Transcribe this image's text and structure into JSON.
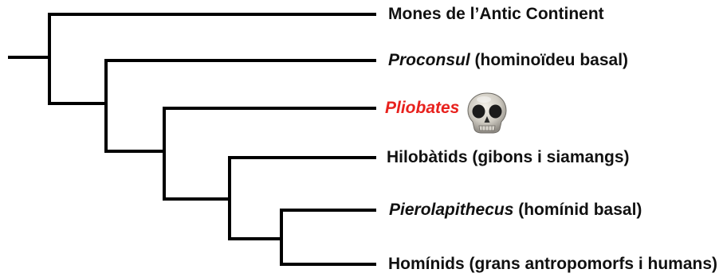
{
  "taxa": [
    {
      "id": "old-world-monkeys",
      "text": "Mones de l’Antic Continent",
      "italic": "",
      "rest": ""
    },
    {
      "id": "proconsul",
      "text": "",
      "italic": "Proconsul",
      "rest": " (hominoïdeu basal)"
    },
    {
      "id": "pliobates",
      "text": "",
      "italic": "Pliobates",
      "rest": "",
      "color": "#e8211d"
    },
    {
      "id": "hylobatids",
      "text": "Hilobàtids (gibons i siamangs)",
      "italic": "",
      "rest": ""
    },
    {
      "id": "pierolapithecus",
      "text": "",
      "italic": "Pierolapithecus",
      "rest": " (homínid basal)"
    },
    {
      "id": "hominids",
      "text": "Homínids (grans antropomorfs i humans)",
      "italic": "",
      "rest": ""
    }
  ],
  "colors": {
    "line": "#000000",
    "text": "#111111",
    "highlight": "#e8211d"
  },
  "icons": {
    "pliobates": "skull-icon"
  }
}
